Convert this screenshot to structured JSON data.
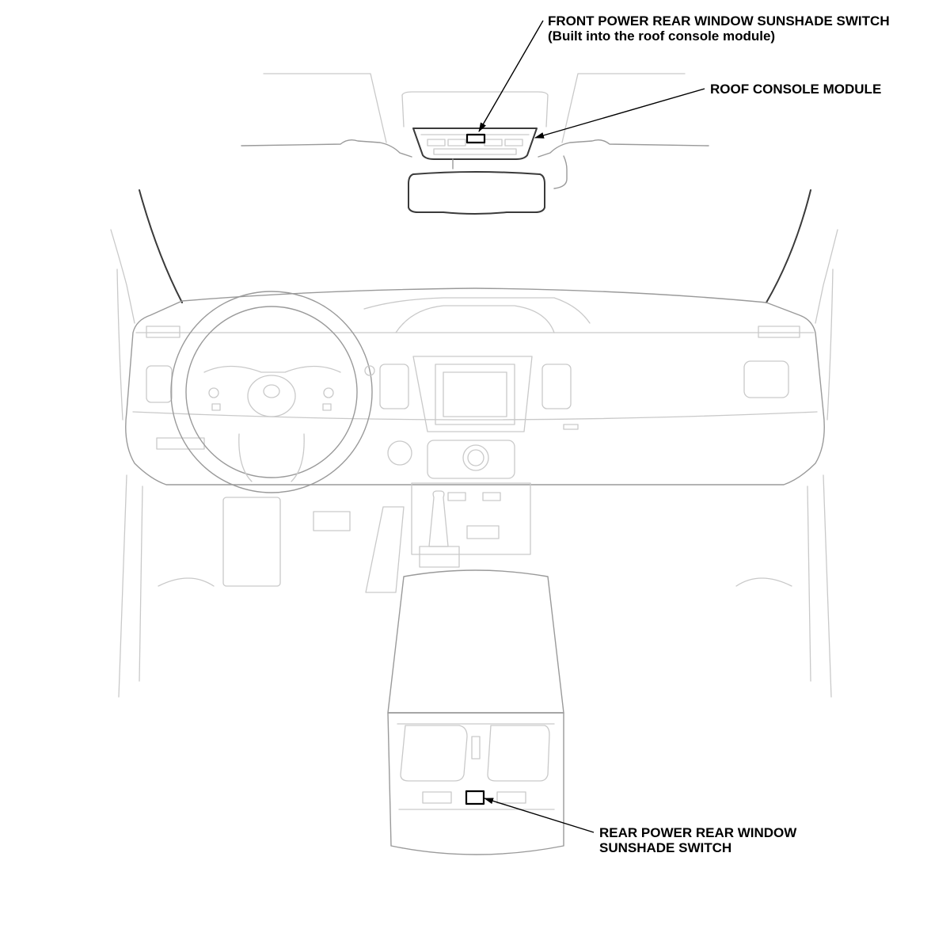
{
  "callouts": {
    "front_switch": {
      "line1": "FRONT POWER REAR WINDOW SUNSHADE SWITCH",
      "line2": "(Built into the roof console module)"
    },
    "roof_console": {
      "line1": "ROOF CONSOLE MODULE"
    },
    "rear_switch": {
      "line1": "REAR POWER REAR WINDOW",
      "line2": "SUNSHADE SWITCH"
    }
  },
  "colors": {
    "background": "#ffffff",
    "text": "#000000",
    "highlighted_part": "#000000",
    "context_linework": "#c9c9c9"
  }
}
